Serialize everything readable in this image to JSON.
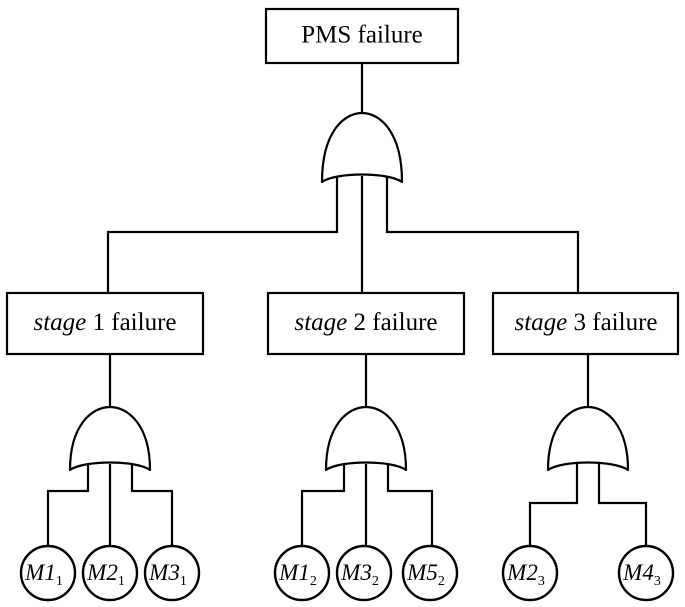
{
  "diagram": {
    "type": "fault-tree",
    "title_node": {
      "id": "top",
      "label": "PMS failure",
      "shape": "rectangle"
    },
    "top_gate": {
      "id": "gate-top",
      "type": "OR",
      "input_count": 3
    },
    "stages": [
      {
        "id": "stage-1",
        "label_italic": "stage",
        "label_rest": " 1 failure",
        "label_full": "stage 1 failure",
        "gate": {
          "id": "gate-stage-1",
          "type": "OR",
          "input_count": 3
        },
        "events": [
          {
            "id": "m1-1",
            "base": "M1",
            "sub": "1",
            "label": "M1₁"
          },
          {
            "id": "m2-1",
            "base": "M2",
            "sub": "1",
            "label": "M2₁"
          },
          {
            "id": "m3-1",
            "base": "M3",
            "sub": "1",
            "label": "M3₁"
          }
        ]
      },
      {
        "id": "stage-2",
        "label_italic": "stage",
        "label_rest": " 2 failure",
        "label_full": "stage 2 failure",
        "gate": {
          "id": "gate-stage-2",
          "type": "OR",
          "input_count": 3
        },
        "events": [
          {
            "id": "m1-2",
            "base": "M1",
            "sub": "2",
            "label": "M1₂"
          },
          {
            "id": "m3-2",
            "base": "M3",
            "sub": "2",
            "label": "M3₂"
          },
          {
            "id": "m5-2",
            "base": "M5",
            "sub": "2",
            "label": "M5₂"
          }
        ]
      },
      {
        "id": "stage-3",
        "label_italic": "stage",
        "label_rest": " 3 failure",
        "label_full": "stage 3 failure",
        "gate": {
          "id": "gate-stage-3",
          "type": "OR",
          "input_count": 2
        },
        "events": [
          {
            "id": "m2-3",
            "base": "M2",
            "sub": "3",
            "label": "M2₃"
          },
          {
            "id": "m4-3",
            "base": "M4",
            "sub": "3",
            "label": "M4₃"
          }
        ]
      }
    ],
    "colors": {
      "stroke": "#000000",
      "fill": "#ffffff",
      "background": "#ffffff"
    }
  }
}
